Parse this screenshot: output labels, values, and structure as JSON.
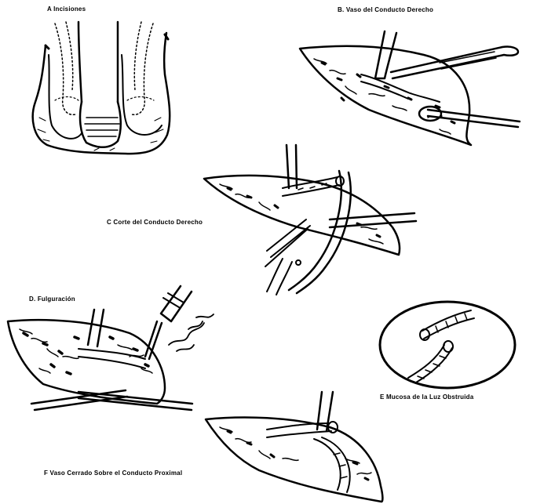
{
  "colors": {
    "ink": "#000000",
    "paper": "#ffffff"
  },
  "panels": [
    {
      "id": "A",
      "label": "A  Incisiones"
    },
    {
      "id": "B",
      "label": "B. Vaso del Conducto Derecho"
    },
    {
      "id": "C",
      "label": "C Corte del Conducto Derecho"
    },
    {
      "id": "D",
      "label": "D. Fulguración"
    },
    {
      "id": "E",
      "label": "E  Mucosa de la Luz Obstruida"
    },
    {
      "id": "F",
      "label": "F Vaso Cerrado Sobre el Conducto Proximal"
    }
  ]
}
